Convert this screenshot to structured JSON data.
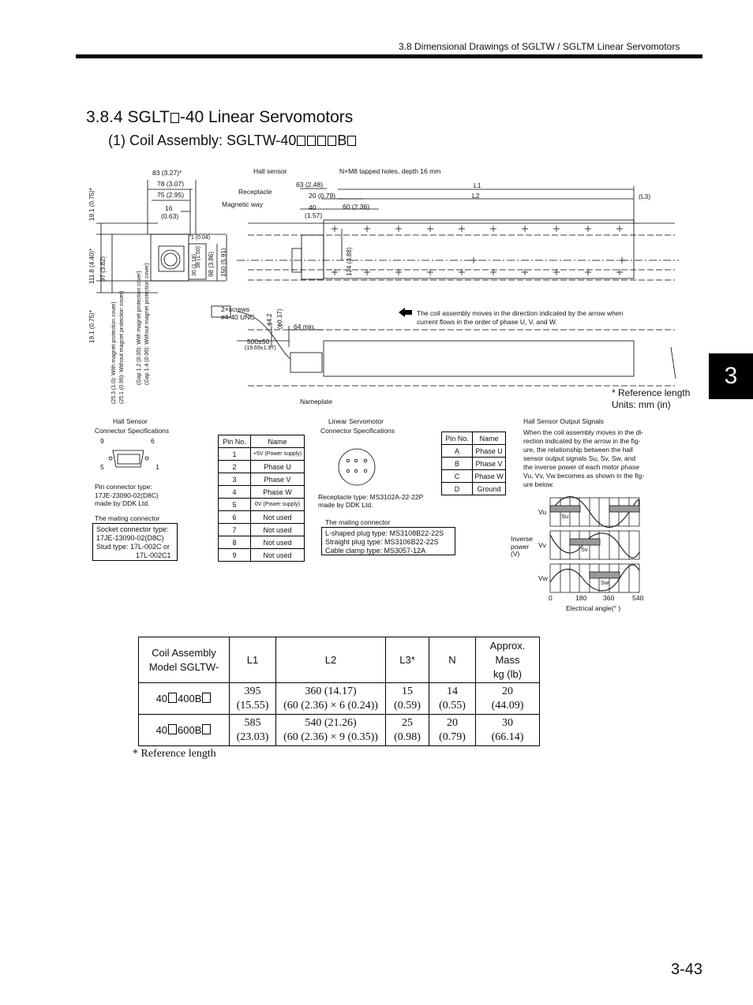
{
  "header": {
    "section_title": "3.8  Dimensional Drawings of SGLTW / SGLTM Linear Servomotors"
  },
  "side_tab": {
    "chapter": "3"
  },
  "title": {
    "prefix": "3.8.4  SGLT",
    "suffix": "-40 Linear Servomotors"
  },
  "subtitle": {
    "prefix": "(1) Coil Assembly: SGLTW-40",
    "suffix": "B"
  },
  "drawing": {
    "dim_83": "83 (3.27)*",
    "dim_78": "78 (3.07)",
    "dim_75": "75 (2.95)",
    "dim_16": "16",
    "dim_16b": "(0.63)",
    "hall_sensor": "Hall sensor",
    "receptacle": "Receptacle",
    "magnetic_way": "Magnetic way",
    "tapped": "N×M8 tapped holes, depth 16 mm",
    "dim_63": "63 (2.48)",
    "dim_20": "20  (0.79)",
    "dim_40": "40",
    "dim_40b": "(1.57)",
    "dim_60": "60 (2.36)",
    "l1": "L1",
    "l2": "L2",
    "l3": "(L3)",
    "dim_124": "124 (4.88)",
    "dim_191_top": "19.1 (0.75)*",
    "dim_1118": "111.8 (4.40)*",
    "dim_97": "97 (3.82)",
    "dim_98": "98 (3.86)",
    "dim_150": "150 (5.91)",
    "dim_38": "38 (1.50)",
    "dim_30": "30 (1.18)",
    "dim_1": "1 (0.04)",
    "dim_191_bot": "19.1 (0.75)*",
    "gap1": "(25.3 (1.0): With magnet protection cover)",
    "gap2": "(25.1 (0.99): Without magnet protection cover)",
    "gap3": "(Gap 1.2 (0.05): With magnet protection cover)",
    "gap4": "(Gap 1.4 (0.06): Without magnet protection cover)",
    "screws": "2×screws",
    "screws2": "#4-40 UNC",
    "phi": "ϕ4.2",
    "phi2": "(ϕ0.17)",
    "dim_64": "64 min.",
    "dim_500": "500±50",
    "dim_500b": "(19.69±1.97)",
    "nameplate": "Nameplate",
    "arrow_note": "The coil assembly moves in the direction indicated by the arrow when",
    "arrow_note2": "current flows in the order of phase U, V, and W.",
    "ref_len": "* Reference length",
    "units": "Units: mm (in)"
  },
  "hall_connector": {
    "title": "Hall Sensor",
    "title2": "Connector Specifications",
    "pin9": "9",
    "pin6": "6",
    "pin5": "5",
    "pin1": "1",
    "type": "Pin connector type:",
    "type2": "17JE-23090-02(D8C)",
    "type3": "made by DDK Ltd.",
    "mating_label": "The mating connector",
    "socket": "Socket connector type:",
    "socket2": "17JE-13090-02(D8C)",
    "stud": "Stud type: 17L-002C or",
    "stud2": "17L-002C1"
  },
  "hall_pins": {
    "head": [
      "Pin No.",
      "Name"
    ],
    "rows": [
      [
        "1",
        "+5V (Power supply)"
      ],
      [
        "2",
        "Phase U"
      ],
      [
        "3",
        "Phase V"
      ],
      [
        "4",
        "Phase W"
      ],
      [
        "5",
        "0V (Power supply)"
      ],
      [
        "6",
        "Not used"
      ],
      [
        "7",
        "Not used"
      ],
      [
        "8",
        "Not used"
      ],
      [
        "9",
        "Not used"
      ]
    ]
  },
  "servo_connector": {
    "title": "Linear Servomotor",
    "title2": "Connector Specifications",
    "recept": "Receptacle type: MS3102A-22-22P",
    "recept2": "made by DDK Ltd.",
    "mating_label": "The mating connector",
    "l_plug": "L-shaped plug type: MS3108B22-22S",
    "s_plug": "Straight plug type: MS3106B22-22S",
    "clamp": "Cable clamp type: MS3057-12A"
  },
  "servo_pins": {
    "head": [
      "Pin No.",
      "Name"
    ],
    "rows": [
      [
        "A",
        "Phase U"
      ],
      [
        "B",
        "Phase V"
      ],
      [
        "C",
        "Phase W"
      ],
      [
        "D",
        "Ground"
      ]
    ]
  },
  "hall_output": {
    "title": "Hall Sensor Output Signals",
    "text": [
      "When the coil assembly moves in the di-",
      "rection indicated by the arrow in the fig-",
      "ure, the relationship between the hall",
      "sensor output signals Su, Sv, Sw, and",
      "the inverse power of each motor phase",
      "Vu, Vv, Vw becomes as shown in the fig-",
      "ure below."
    ],
    "vu": "Vu",
    "vv": "Vv",
    "vw": "Vw",
    "su": "Su",
    "sv": "Sv",
    "sw": "Sw",
    "inv": "Inverse",
    "inv2": "power",
    "inv3": "(V)",
    "x0": "0",
    "x180": "180",
    "x360": "360",
    "x540": "540",
    "xlabel": "Electrical angle(° )"
  },
  "spec_table": {
    "head": {
      "model": "Coil Assembly",
      "model2": "Model SGLTW-",
      "l1": "L1",
      "l2": "L2",
      "l3": "L3*",
      "n": "N",
      "mass": "Approx.",
      "mass2": "Mass",
      "mass3": "kg (lb)"
    },
    "rows": [
      {
        "m1": "40",
        "m2": "400B",
        "l1a": "395",
        "l1b": "(15.55)",
        "l2a": "360 (14.17)",
        "l2b": "(60 (2.36) × 6 (0.24))",
        "l3a": "15",
        "l3b": "(0.59)",
        "na": "14",
        "nb": "(0.55)",
        "ma": "20",
        "mb": "(44.09)"
      },
      {
        "m1": "40",
        "m2": "600B",
        "l1a": "585",
        "l1b": "(23.03)",
        "l2a": "540 (21.26)",
        "l2b": "(60 (2.36) × 9 (0.35))",
        "l3a": "25",
        "l3b": "(0.98)",
        "na": "20",
        "nb": "(0.79)",
        "ma": "30",
        "mb": "(66.14)"
      }
    ],
    "footnote": "*  Reference length"
  },
  "page_number": "3-43"
}
